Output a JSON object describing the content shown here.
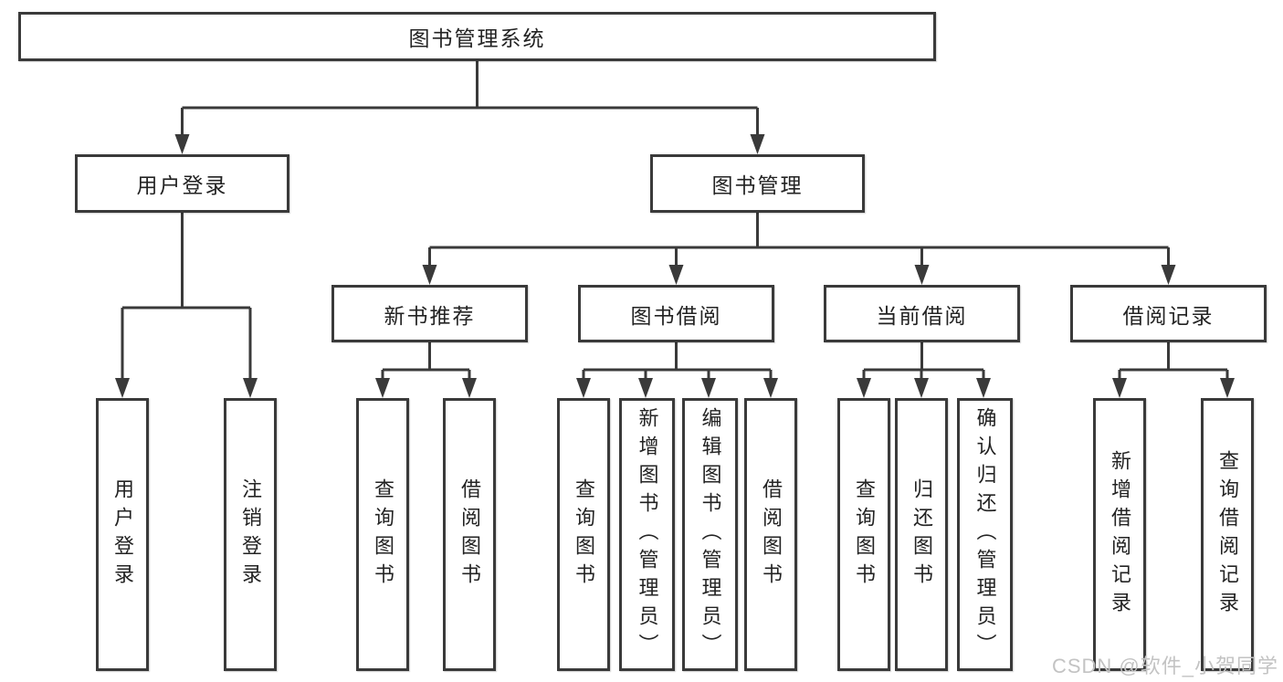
{
  "tree": {
    "root": "图书管理系统",
    "children": [
      {
        "label": "用户登录",
        "leaves": [
          "用户登录",
          "注销登录"
        ]
      },
      {
        "label": "图书管理",
        "children": [
          {
            "label": "新书推荐",
            "leaves": [
              "查询图书",
              "借阅图书"
            ]
          },
          {
            "label": "图书借阅",
            "leaves": [
              "查询图书",
              "新增图书（管理员）",
              "编辑图书（管理员）",
              "借阅图书"
            ]
          },
          {
            "label": "当前借阅",
            "leaves": [
              "查询图书",
              "归还图书",
              "确认归还（管理员）"
            ]
          },
          {
            "label": "借阅记录",
            "leaves": [
              "新增借阅记录",
              "查询借阅记录"
            ]
          }
        ]
      }
    ]
  },
  "watermark": "CSDN @软件_小贺同学",
  "colors": {
    "line": "#3a3a3a",
    "text": "#232323",
    "watermark": "#c3c3c3",
    "background": "#ffffff"
  }
}
